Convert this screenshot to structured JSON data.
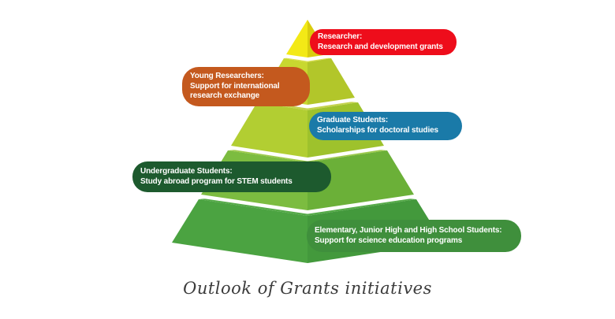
{
  "diagram": {
    "caption": "Outlook of Grants initiatives"
  },
  "pyramid": {
    "levels": [
      {
        "name": "Researcher",
        "colors": {
          "left": "#f3e916",
          "right": "#d9cc0e"
        },
        "label": {
          "bg": "#ee0d1b",
          "side": "right",
          "lines": [
            "Researcher:",
            "Research and development grants"
          ]
        }
      },
      {
        "name": "Young Researchers",
        "colors": {
          "top": "#dade4d",
          "left": "#c8d830",
          "right": "#b2c62a"
        },
        "label": {
          "bg": "#c4591e",
          "side": "left",
          "lines": [
            "Young Researchers:",
            "Support for international",
            "research exchange"
          ]
        }
      },
      {
        "name": "Graduate Students",
        "colors": {
          "top": "#c3d24d",
          "left": "#b2ce32",
          "right": "#9ec22c"
        },
        "label": {
          "bg": "#1a7aa8",
          "side": "right",
          "lines": [
            "Graduate Students:",
            "Scholarships for doctoral studies"
          ]
        }
      },
      {
        "name": "Undergraduate Students",
        "colors": {
          "top": "#9cc94a",
          "left": "#7cbc40",
          "right": "#6bb038"
        },
        "label": {
          "bg": "#1d5a2e",
          "side": "left",
          "lines": [
            "Undergraduate Students:",
            "Study abroad program for STEM students"
          ]
        }
      },
      {
        "name": "Elementary, Junior High and High School Students",
        "colors": {
          "top": "#55aa48",
          "left": "#4ba341",
          "right": "#43993c"
        },
        "label": {
          "bg": "#3f8f3c",
          "side": "right",
          "lines": [
            "Elementary, Junior High and High School Students:",
            "Support for science education programs"
          ]
        }
      }
    ]
  }
}
